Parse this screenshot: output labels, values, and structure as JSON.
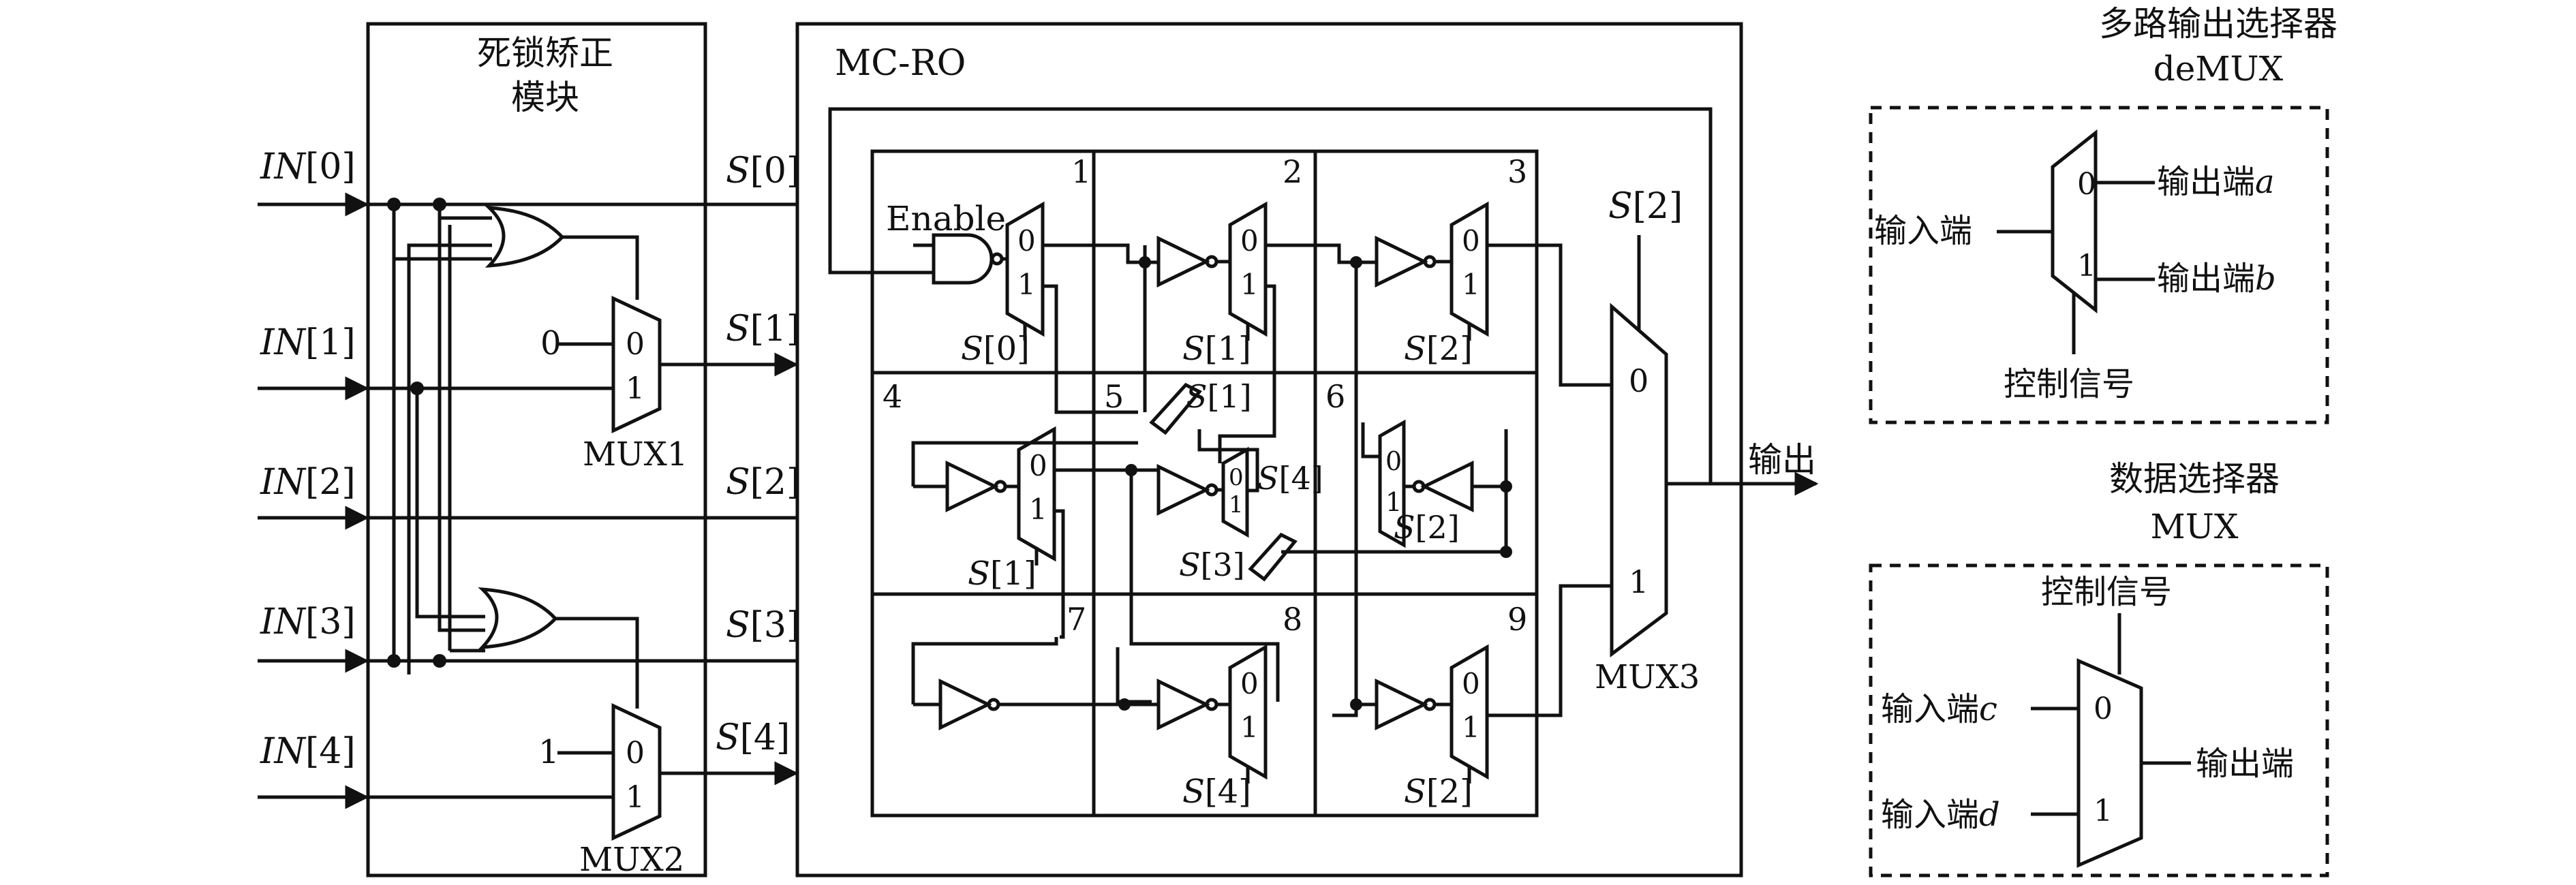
{
  "inputs": [
    {
      "italic": "IN",
      "idx": "[0]"
    },
    {
      "italic": "IN",
      "idx": "[1]"
    },
    {
      "italic": "IN",
      "idx": "[2]"
    },
    {
      "italic": "IN",
      "idx": "[3]"
    },
    {
      "italic": "IN",
      "idx": "[4]"
    }
  ],
  "deadlock": {
    "title_line1": "死锁矫正",
    "title_line2": "模块"
  },
  "signals": [
    {
      "italic": "S",
      "idx": "[0]"
    },
    {
      "italic": "S",
      "idx": "[1]"
    },
    {
      "italic": "S",
      "idx": "[2]"
    },
    {
      "italic": "S",
      "idx": "[3]"
    },
    {
      "italic": "S",
      "idx": "[4]"
    }
  ],
  "mux1": {
    "name": "MUX1",
    "const": "0",
    "in0": "0",
    "in1": "1"
  },
  "mux2": {
    "name": "MUX2",
    "const": "1",
    "in0": "0",
    "in1": "1"
  },
  "mcro": {
    "title": "MC-RO",
    "enable": "Enable",
    "cell_numbers": [
      "1",
      "2",
      "3",
      "4",
      "5",
      "6",
      "7",
      "8",
      "9"
    ],
    "mux_in0": "0",
    "mux_in1": "1",
    "sel_labels": {
      "c1": "[0]",
      "c2": "[1]",
      "c3": "[2]",
      "c4": "[1]",
      "c5_top": "[1]",
      "c5_right": "[4]",
      "c5_bottom": "[3]",
      "c6": "[2]",
      "c8": "[4]",
      "c9": "[2]"
    },
    "sel_italic": "S"
  },
  "mux3": {
    "name": "MUX3",
    "sel_italic": "S",
    "sel_idx": "[2]",
    "in0": "0",
    "in1": "1"
  },
  "output_label": "输出",
  "legend_demux": {
    "title": "多路输出选择器",
    "subtitle": "deMUX",
    "input": "输入端",
    "out_a_text": "输出端",
    "out_a_var": "a",
    "out_b_text": "输出端",
    "out_b_var": "b",
    "control": "控制信号",
    "in0": "0",
    "in1": "1"
  },
  "legend_mux": {
    "title": "数据选择器",
    "subtitle": "MUX",
    "control": "控制信号",
    "in_c_text": "输入端",
    "in_c_var": "c",
    "in_d_text": "输入端",
    "in_d_var": "d",
    "output": "输出端",
    "in0": "0",
    "in1": "1"
  }
}
